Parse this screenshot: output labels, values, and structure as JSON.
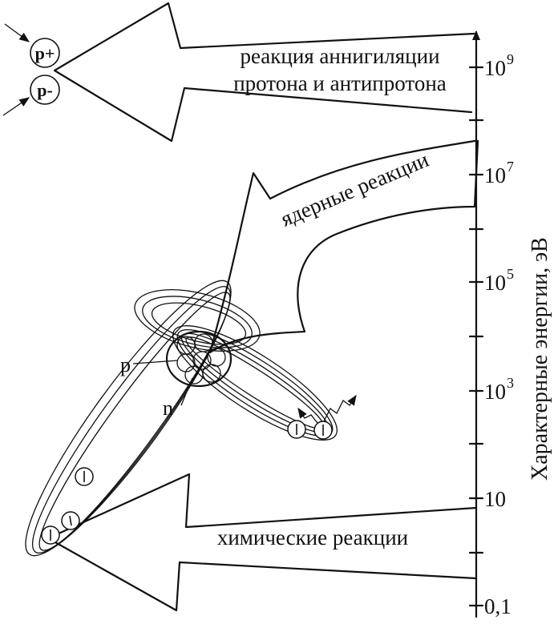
{
  "reactions": {
    "annihilation_line1": "реакция аннигиляции",
    "annihilation_line2": "протона и антипротона",
    "nuclear": "ядерные реакции",
    "chemical": "химические реакции"
  },
  "particles": {
    "proton": "p+",
    "antiproton": "p-",
    "nucleon_proton": "p",
    "nucleon_neutron": "n"
  },
  "axis": {
    "label": "Характерные энергии, эВ",
    "ticks": [
      {
        "base": "10",
        "exp": "9"
      },
      {
        "base": "10",
        "exp": "7"
      },
      {
        "base": "10",
        "exp": "5"
      },
      {
        "base": "10",
        "exp": "3"
      },
      {
        "base": "10",
        "exp": ""
      },
      {
        "base": "0,1",
        "exp": ""
      }
    ]
  }
}
